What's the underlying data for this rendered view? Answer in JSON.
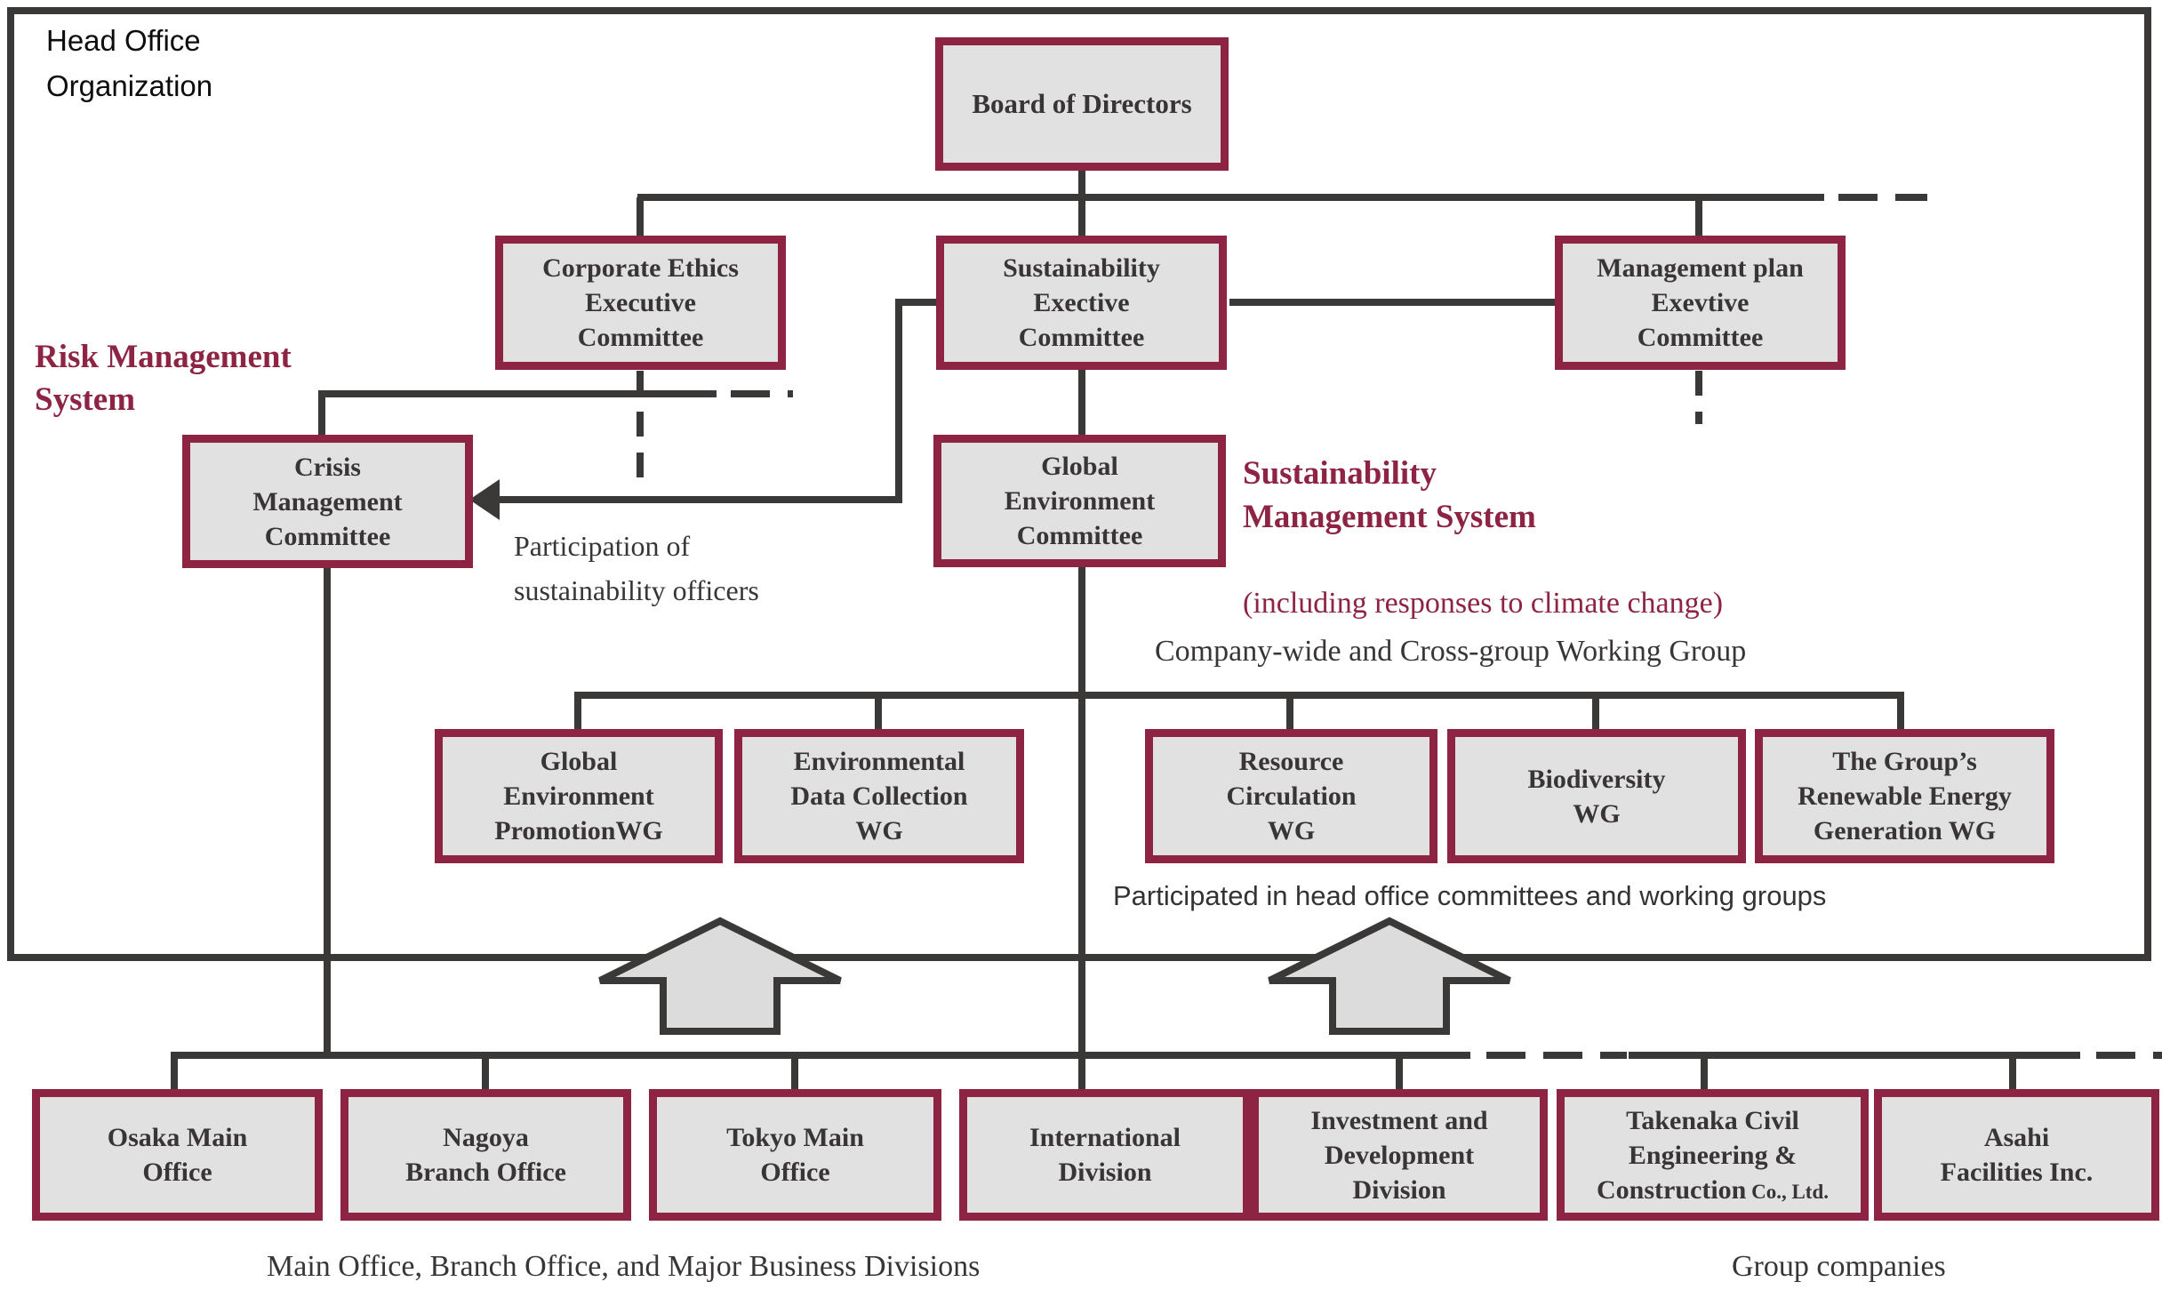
{
  "colors": {
    "accent_maroon": "#8e2443",
    "line_dark": "#3b3838",
    "box_fill": "#e2e1e1",
    "arrow_fill": "#dcdcdc"
  },
  "header": {
    "title": "Head Office\nOrganization"
  },
  "boxes": {
    "board": {
      "label": "Board of Directors"
    },
    "corporate_ethics": {
      "label": "Corporate Ethics\nExecutive\nCommittee"
    },
    "sustainability": {
      "label": "Sustainability\nExective\nCommittee"
    },
    "management_plan": {
      "label": "Management plan\nExevtive\nCommittee"
    },
    "crisis": {
      "label": "Crisis\nManagement\nCommittee"
    },
    "global_environment": {
      "label": "Global\nEnvironment\nCommittee"
    },
    "wg": [
      {
        "label": "Global\nEnvironment\nPromotionWG"
      },
      {
        "label": "Environmental\nData Collection\nWG"
      },
      {
        "label": "Resource\nCirculation\nWG"
      },
      {
        "label": "Biodiversity\nWG"
      },
      {
        "label": "The Group’s\nRenewable Energy\nGeneration WG"
      }
    ],
    "bottom": [
      {
        "label": "Osaka Main\nOffice"
      },
      {
        "label": "Nagoya\nBranch Office"
      },
      {
        "label": "Tokyo Main\nOffice"
      },
      {
        "label": "International\nDivision"
      },
      {
        "label": "Investment and\nDevelopment\nDivision"
      },
      {
        "label": "Takenaka Civil\nEngineering &\nConstruction",
        "suffix": " Co., Ltd."
      },
      {
        "label": "Asahi\nFacilities Inc."
      }
    ]
  },
  "annotations": {
    "risk_management": "Risk Management\nSystem",
    "sustainability_system_title": "Sustainability\nManagement System",
    "sustainability_system_note": "(including responses to climate change)",
    "participation": "Participation of\nsustainability officers",
    "company_wide": "Company-wide and Cross-group Working Group",
    "participated": "Participated in head office committees and working groups",
    "main_office_caption": "Main Office, Branch Office, and Major Business Divisions",
    "group_companies": "Group companies"
  }
}
